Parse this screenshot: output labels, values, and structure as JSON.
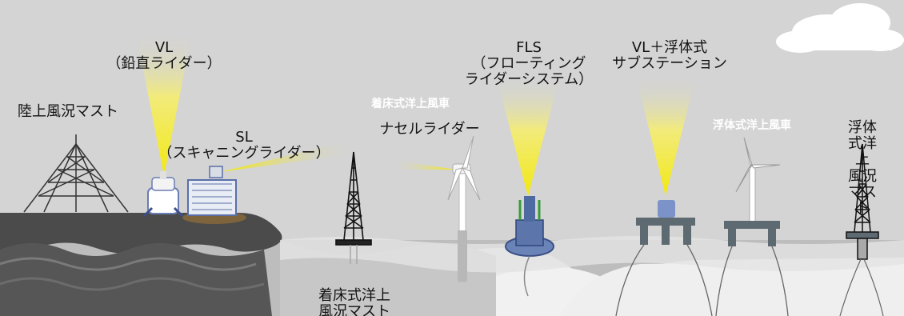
{
  "labels": {
    "vl": [
      "VL",
      "（鉛直ライダー）"
    ],
    "land_mast": "陸上風況マスト",
    "sl": [
      "SL",
      "（スキャニングライダー）"
    ],
    "fixed_turbine_title": "着床式洋上風車",
    "nacelle_lidar": "ナセルライダー",
    "fls": [
      "FLS",
      "（フローティング",
      "ライダーシステム）"
    ],
    "vl_floating_substation": [
      "VL＋浮体式",
      "サブステーション"
    ],
    "floating_turbine_title": "浮体式洋上風車",
    "floating_mast": [
      "浮体式洋上",
      "風況マスト"
    ],
    "fixed_mast": [
      "着床式洋上",
      "風況マスト"
    ]
  },
  "colors": {
    "sky": "#d4d4d4",
    "land": "#4b4b4b",
    "sea": "#bdbdbd",
    "seabed_white": "#f2f2f2",
    "beam": "#f5e61a",
    "platform": "#5e6a72"
  }
}
